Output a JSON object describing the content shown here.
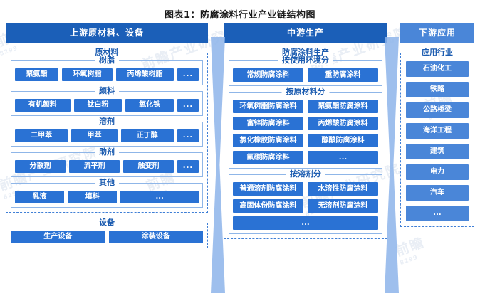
{
  "title": "图表1：防腐涂料行业产业链结构图",
  "colors": {
    "header_blue": "#1b5fb8",
    "header_blue_light": "#4a86d8",
    "chip_blue": "#2a72d4",
    "chip_blue_light": "#4a86d8",
    "dashed_border": "#3f7fd6",
    "solid_border": "#8fb6e8",
    "label_text": "#1c5cb0",
    "separator": "#8db4ea"
  },
  "watermarks": [
    "前瞻",
    "前瞻产业研究院",
    "前瞻产业研究院",
    "前瞻",
    "前瞻产业研究院",
    "前瞻",
    "前瞻产业研究院",
    "前瞻"
  ],
  "upstream": {
    "header": "上游原材料、设备",
    "groups": [
      {
        "label": "原材料",
        "subs": [
          {
            "label": "树脂",
            "items": [
              "聚氨酯",
              "环氧树脂",
              "丙烯酸树脂",
              "..."
            ]
          },
          {
            "label": "颜料",
            "items": [
              "有机颜料",
              "钛白粉",
              "氧化铁",
              "..."
            ]
          },
          {
            "label": "溶剂",
            "items": [
              "二甲苯",
              "甲苯",
              "正丁醇",
              "..."
            ]
          },
          {
            "label": "助剂",
            "items": [
              "分散剂",
              "流平剂",
              "触变剂",
              "..."
            ]
          },
          {
            "label": "其他",
            "items": [
              "乳液",
              "填料",
              "..."
            ]
          }
        ]
      },
      {
        "label": "设备",
        "subs": [
          {
            "label": "",
            "items": [
              "生产设备",
              "涂装设备"
            ]
          }
        ]
      }
    ]
  },
  "midstream": {
    "header": "中游生产",
    "group_label": "防腐涂料生产",
    "subs": [
      {
        "label": "按使用环境分",
        "rows": [
          [
            "常规防腐涂料",
            "重防腐涂料"
          ]
        ]
      },
      {
        "label": "按原材料分",
        "rows": [
          [
            "环氧树脂防腐涂料",
            "聚氨酯防腐涂料"
          ],
          [
            "富锌防腐涂料",
            "丙烯酸防腐涂料"
          ],
          [
            "氯化橡胶防腐涂料",
            "醇酸防腐涂料"
          ],
          [
            "氟碳防腐涂料",
            "..."
          ]
        ]
      },
      {
        "label": "按溶剂分",
        "rows": [
          [
            "普通溶剂防腐涂料",
            "水溶性防腐涂料"
          ],
          [
            "高固体份防腐涂料",
            "无溶剂防腐涂料"
          ],
          [
            "..."
          ]
        ]
      }
    ]
  },
  "downstream": {
    "header": "下游应用",
    "group_label": "应用行业",
    "items": [
      "石油化工",
      "铁路",
      "公路桥梁",
      "海洋工程",
      "建筑",
      "电力",
      "汽车",
      "..."
    ]
  }
}
